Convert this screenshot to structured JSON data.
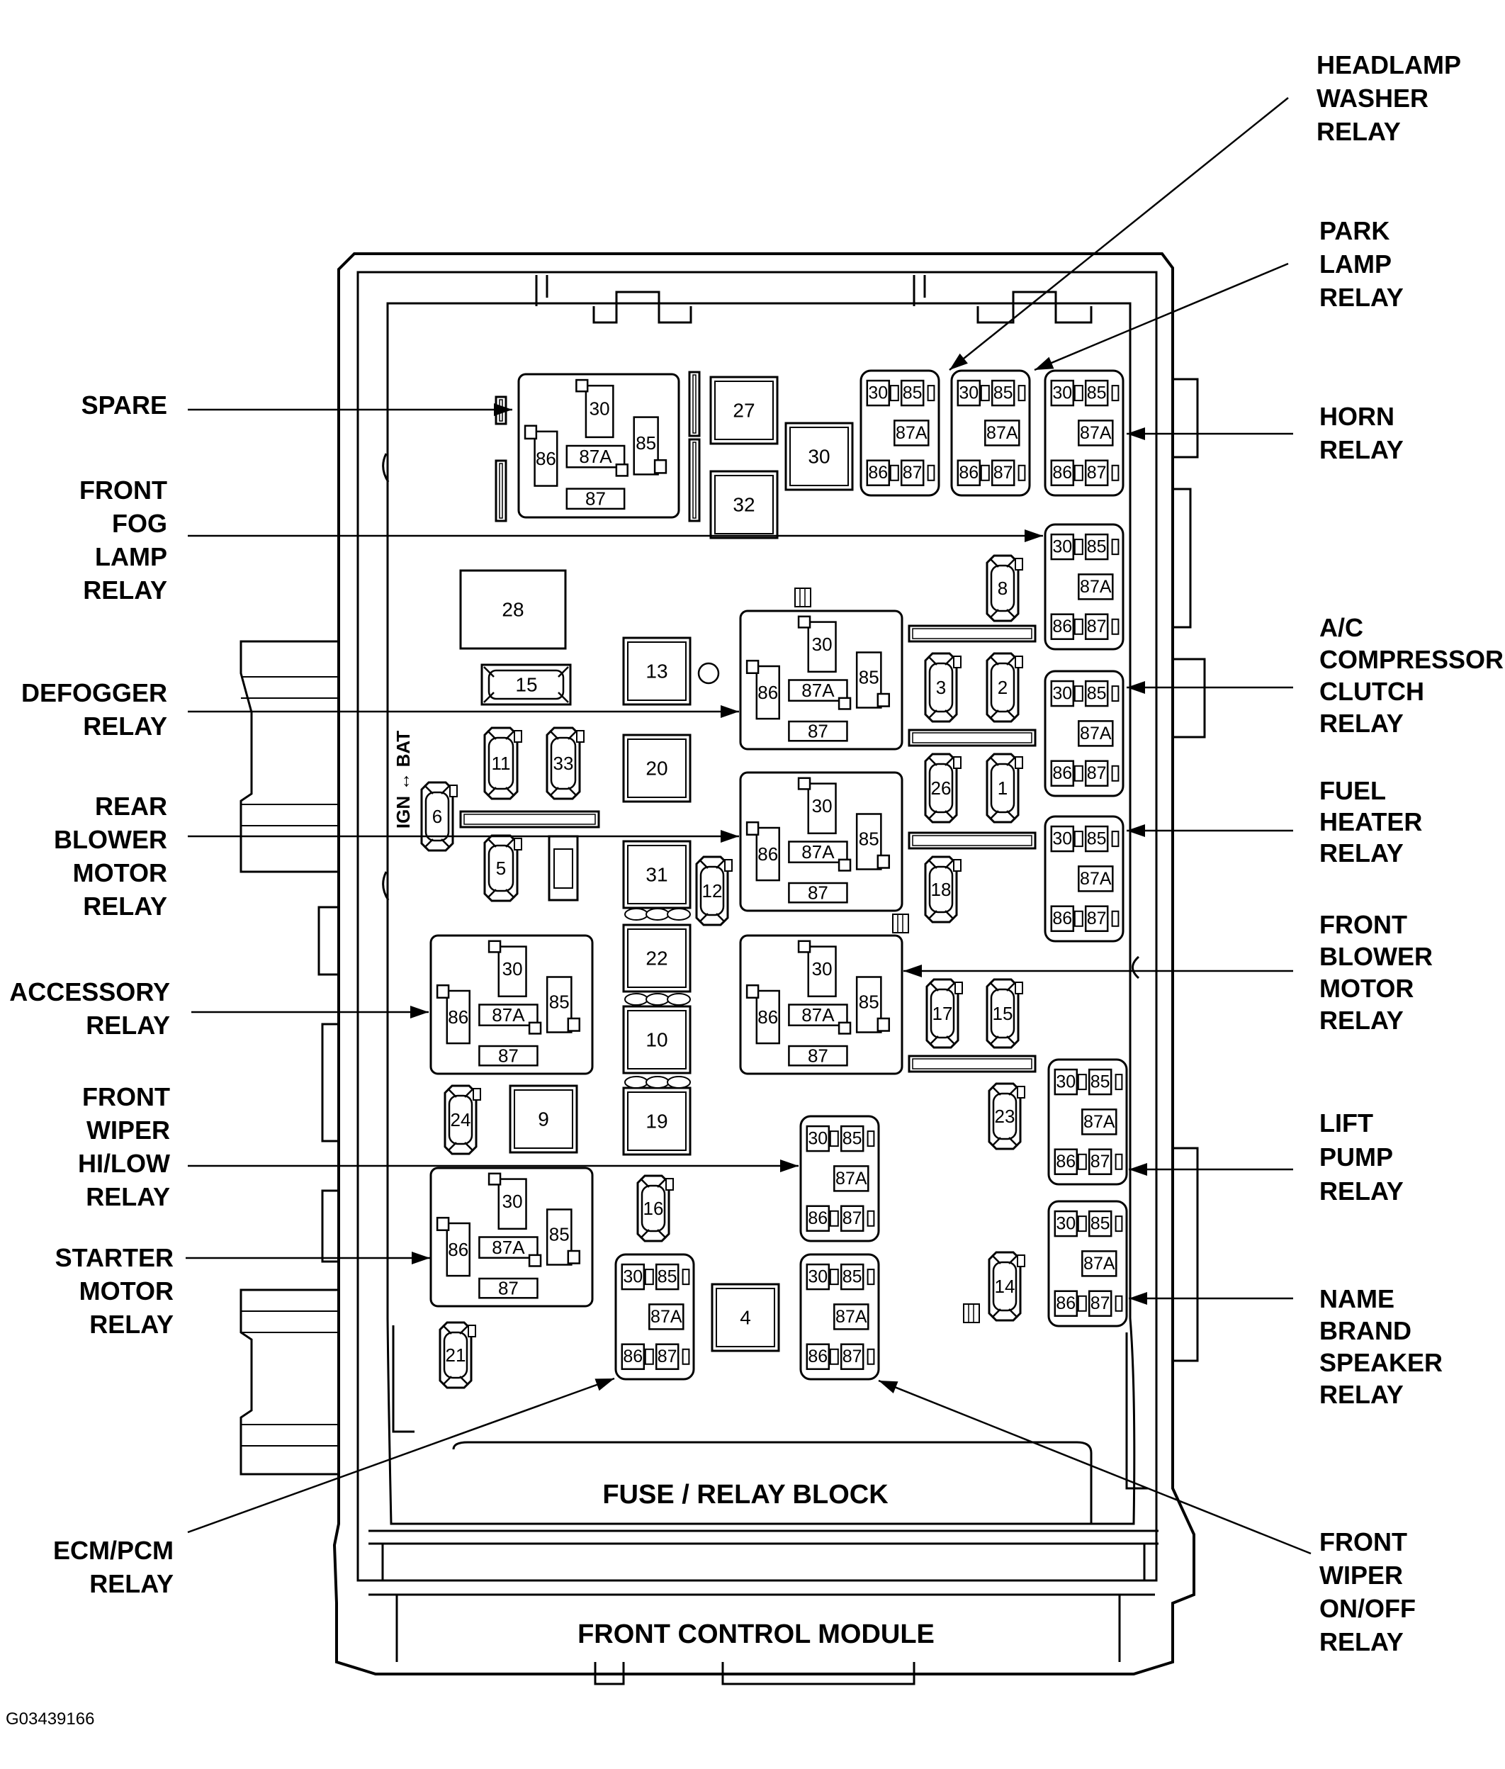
{
  "figure_id": "G03439166",
  "block_label": "FUSE / RELAY BLOCK",
  "module_label": "FRONT CONTROL MODULE",
  "ign_bat_label": "IGN ↔ BAT",
  "terminals": {
    "t30": "30",
    "t85": "85",
    "t86": "86",
    "t87": "87",
    "t87a": "87A"
  },
  "callouts": [
    {
      "id": "headlamp-washer-relay",
      "lines": [
        "HEADLAMP",
        "WASHER",
        "RELAY"
      ]
    },
    {
      "id": "park-lamp-relay",
      "lines": [
        "PARK",
        "LAMP",
        "RELAY"
      ]
    },
    {
      "id": "horn-relay",
      "lines": [
        "HORN",
        "RELAY"
      ]
    },
    {
      "id": "ac-compressor-clutch-relay",
      "lines": [
        "A/C",
        "COMPRESSOR",
        "CLUTCH",
        "RELAY"
      ]
    },
    {
      "id": "fuel-heater-relay",
      "lines": [
        "FUEL",
        "HEATER",
        "RELAY"
      ]
    },
    {
      "id": "front-blower-motor-relay",
      "lines": [
        "FRONT",
        "BLOWER",
        "MOTOR",
        "RELAY"
      ]
    },
    {
      "id": "lift-pump-relay",
      "lines": [
        "LIFT",
        "PUMP",
        "RELAY"
      ]
    },
    {
      "id": "name-brand-speaker-relay",
      "lines": [
        "NAME",
        "BRAND",
        "SPEAKER",
        "RELAY"
      ]
    },
    {
      "id": "front-wiper-on-off-relay",
      "lines": [
        "FRONT",
        "WIPER",
        "ON/OFF",
        "RELAY"
      ]
    },
    {
      "id": "spare",
      "lines": [
        "SPARE"
      ]
    },
    {
      "id": "front-fog-lamp-relay",
      "lines": [
        "FRONT",
        "FOG",
        "LAMP",
        "RELAY"
      ]
    },
    {
      "id": "defogger-relay",
      "lines": [
        "DEFOGGER",
        "RELAY"
      ]
    },
    {
      "id": "rear-blower-motor-relay",
      "lines": [
        "REAR",
        "BLOWER",
        "MOTOR",
        "RELAY"
      ]
    },
    {
      "id": "accessory-relay",
      "lines": [
        "ACCESSORY",
        "RELAY"
      ]
    },
    {
      "id": "front-wiper-hi-low-relay",
      "lines": [
        "FRONT",
        "WIPER",
        "HI/LOW",
        "RELAY"
      ]
    },
    {
      "id": "starter-motor-relay",
      "lines": [
        "STARTER",
        "MOTOR",
        "RELAY"
      ]
    },
    {
      "id": "ecm-pcm-relay",
      "lines": [
        "ECM/PCM",
        "RELAY"
      ]
    }
  ],
  "square_fuses": [
    {
      "id": "27",
      "label": "27"
    },
    {
      "id": "30",
      "label": "30"
    },
    {
      "id": "32",
      "label": "32"
    },
    {
      "id": "28",
      "label": "28"
    },
    {
      "id": "13",
      "label": "13"
    },
    {
      "id": "15",
      "label": "15"
    },
    {
      "id": "20",
      "label": "20"
    },
    {
      "id": "31",
      "label": "31"
    },
    {
      "id": "22",
      "label": "22"
    },
    {
      "id": "10",
      "label": "10"
    },
    {
      "id": "9",
      "label": "9"
    },
    {
      "id": "19",
      "label": "19"
    },
    {
      "id": "4",
      "label": "4"
    }
  ],
  "mini_fuses": [
    {
      "id": "8",
      "label": "8"
    },
    {
      "id": "3",
      "label": "3"
    },
    {
      "id": "2",
      "label": "2"
    },
    {
      "id": "26",
      "label": "26"
    },
    {
      "id": "1",
      "label": "1"
    },
    {
      "id": "18",
      "label": "18"
    },
    {
      "id": "11",
      "label": "11"
    },
    {
      "id": "33",
      "label": "33"
    },
    {
      "id": "6",
      "label": "6"
    },
    {
      "id": "5",
      "label": "5"
    },
    {
      "id": "12",
      "label": "12"
    },
    {
      "id": "17",
      "label": "17"
    },
    {
      "id": "15b",
      "label": "15"
    },
    {
      "id": "23",
      "label": "23"
    },
    {
      "id": "24",
      "label": "24"
    },
    {
      "id": "16",
      "label": "16"
    },
    {
      "id": "14",
      "label": "14"
    },
    {
      "id": "21",
      "label": "21"
    }
  ]
}
